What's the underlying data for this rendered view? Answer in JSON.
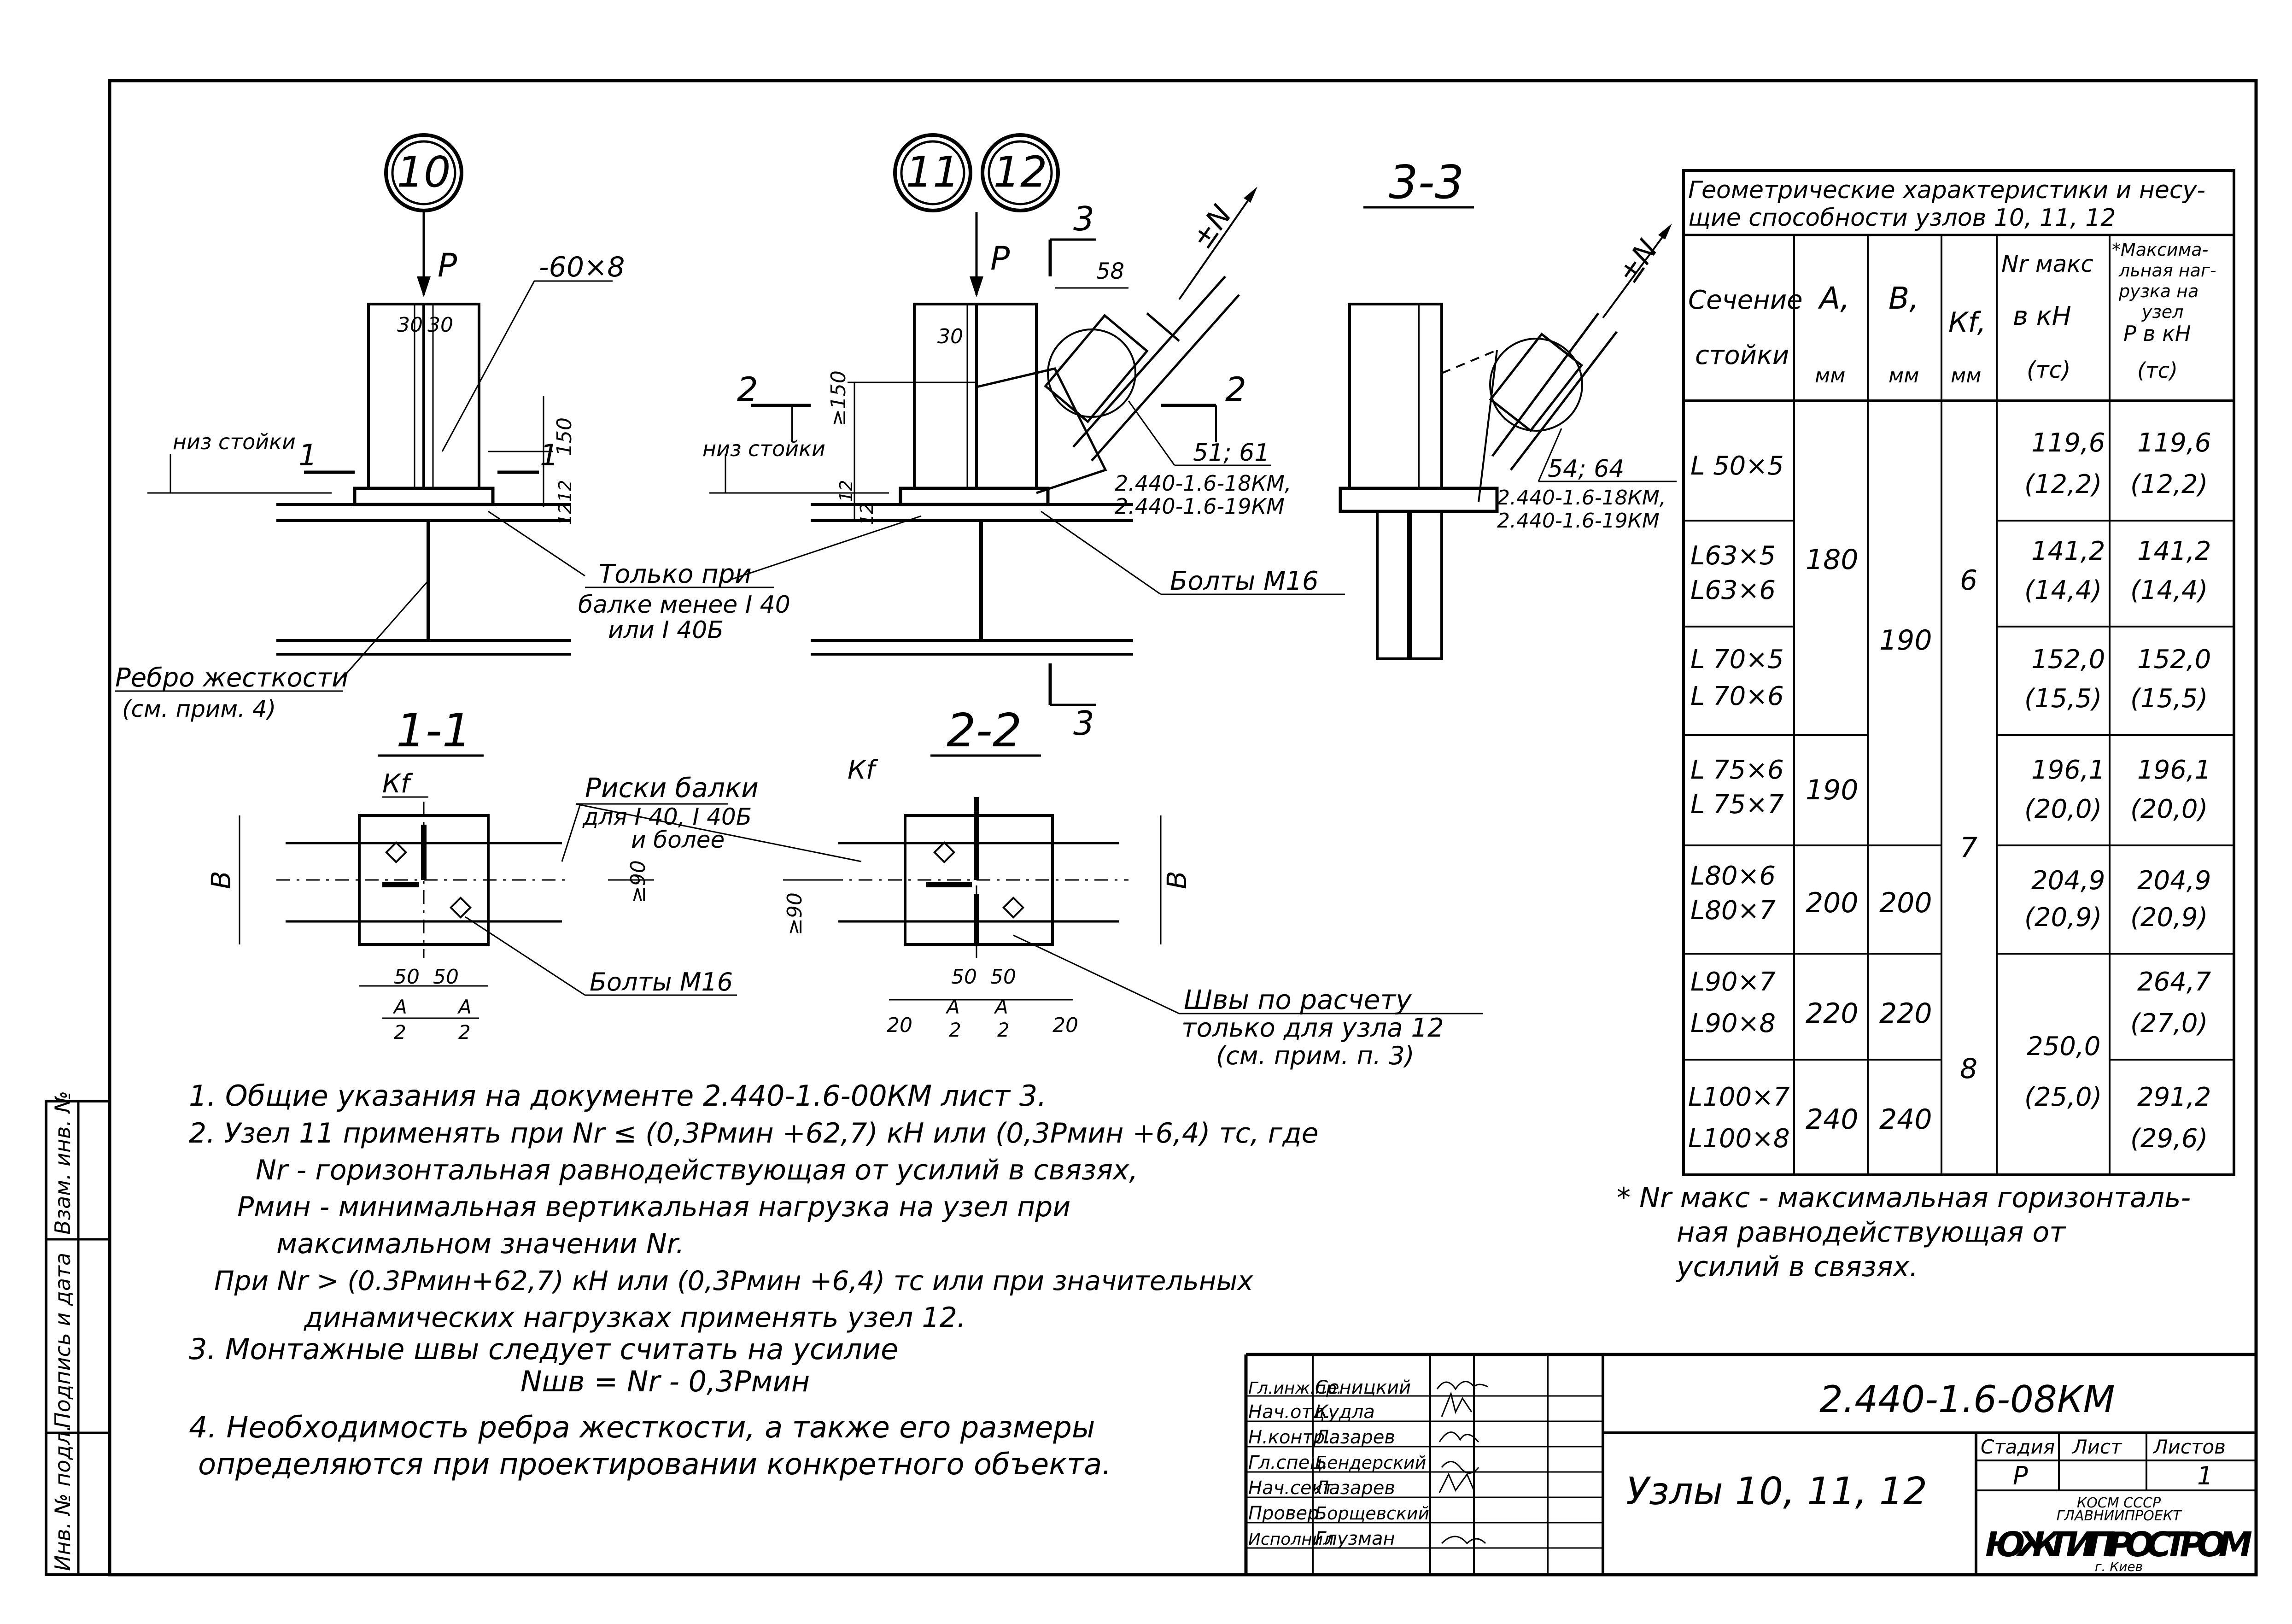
{
  "node_callouts": {
    "n10": "10",
    "n11": "11",
    "n12": "12"
  },
  "section_titles": {
    "s33": "3-3",
    "s11": "1-1",
    "s22": "2-2"
  },
  "section_marks": {
    "m1": "1",
    "m2": "2",
    "m3": "3"
  },
  "drawing_labels": {
    "p": "P",
    "n": "±N",
    "plate": "-60×8",
    "dim30": "30",
    "dim150": "150",
    "dim12": "12",
    "dim58": "58",
    "dim_ge150": "≥150",
    "niz_stoyki": "низ стойки",
    "only_if": "Только при",
    "beam_less_1": "балке менее I 40",
    "beam_less_2": "или I 40Б",
    "rib": "Ребро жесткости",
    "rib_note": "(см. прим. 4)",
    "bolts": "Болты М16",
    "ref_51_61": "51; 61",
    "ref_54_64": "54; 64",
    "doc_18": "2.440-1.6-18КМ,",
    "doc_19": "2.440-1.6-19КМ",
    "kf": "Кf",
    "b": "В",
    "risk_1": "Риски балки",
    "risk_2": "для I 40, I 40Б",
    "risk_3": "и более",
    "dim_ge90": "≥90",
    "dim50": "50",
    "dim20": "20",
    "a_over_2": "А",
    "two": "2",
    "welds_1": "Швы по расчету",
    "welds_2": "только для узла 12",
    "welds_3": "(см. прим. п. 3)"
  },
  "table": {
    "title_line1": "Геометрические характеристики и несу-",
    "title_line2": "щие способности узлов 10, 11, 12",
    "headers": {
      "section": [
        "Сечение",
        "стойки"
      ],
      "a": [
        "А,",
        "мм"
      ],
      "b": [
        "В,",
        "мм"
      ],
      "kf": [
        "Кf,",
        "мм"
      ],
      "nr": [
        "Nr макс",
        "в кН",
        "(тс)"
      ],
      "max_load": [
        "*Максима-",
        "льная наг-",
        "рузка на",
        "узел",
        "Р в кН",
        "(тс)"
      ]
    },
    "rows": [
      {
        "section": [
          "L 50×5"
        ],
        "nr_kn": "119,6",
        "nr_tc": "(12,2)",
        "p_kn": "119,6",
        "p_tc": "(12,2)"
      },
      {
        "section": [
          "L63×5",
          "L63×6"
        ],
        "nr_kn": "141,2",
        "nr_tc": "(14,4)",
        "p_kn": "141,2",
        "p_tc": "(14,4)"
      },
      {
        "section": [
          "L 70×5",
          "L 70×6"
        ],
        "nr_kn": "152,0",
        "nr_tc": "(15,5)",
        "p_kn": "152,0",
        "p_tc": "(15,5)"
      },
      {
        "section": [
          "L 75×6",
          "L 75×7"
        ],
        "nr_kn": "196,1",
        "nr_tc": "(20,0)",
        "p_kn": "196,1",
        "p_tc": "(20,0)"
      },
      {
        "section": [
          "L80×6",
          "L80×7"
        ],
        "nr_kn": "204,9",
        "nr_tc": "(20,9)",
        "p_kn": "204,9",
        "p_tc": "(20,9)"
      },
      {
        "section": [
          "L90×7",
          "L90×8"
        ],
        "nr_kn": "",
        "nr_tc": "",
        "p_kn": "264,7",
        "p_tc": "(27,0)"
      },
      {
        "section": [
          "L100×7",
          "L100×8"
        ],
        "nr_kn": "",
        "nr_tc": "",
        "p_kn": "291,2",
        "p_tc": "(29,6)"
      }
    ],
    "merged": {
      "a_180": "180",
      "a_190": "190",
      "a_200": "200",
      "a_220": "220",
      "a_240": "240",
      "b_190": "190",
      "b_200": "200",
      "b_220": "220",
      "b_240": "240",
      "kf_6": "6",
      "kf_7": "7",
      "kf_8": "8",
      "nr_250": "250,0",
      "nr_25": "(25,0)"
    },
    "footnote": [
      "* Nr макс - максимальная горизонталь-",
      "ная равнодействующая от",
      "усилий в связях."
    ]
  },
  "notes": [
    "1. Общие указания на документе 2.440-1.6-00КМ лист 3.",
    "2. Узел 11 применять при  Nr ≤ (0,3Pмин +62,7) кН или (0,3Pмин +6,4) тс, где",
    "Nr - горизонтальная равнодействующая от усилий в связях,",
    "Pмин - минимальная вертикальная нагрузка на узел при",
    "максимальном значении Nr.",
    "При  Nr > (0.3Pмин+62,7) кН или (0,3Pмин +6,4) тс или при значительных",
    "динамических нагрузках применять узел 12.",
    "3. Монтажные швы следует считать на усилие",
    "Nшв = Nr - 0,3Pмин",
    "4. Необходимость ребра жесткости, а также его размеры",
    "определяются при проектировании конкретного объекта."
  ],
  "side_stamp": [
    "Инв. № подл.",
    "Подпись и дата",
    "Взам. инв. №"
  ],
  "title_block": {
    "roles": [
      "Гл.инж.пр.",
      "Нач.отд.",
      "Н.контр.",
      "Гл.спец.",
      "Нач.сект.",
      "Провер.",
      "Исполнил"
    ],
    "names": [
      "Сеницкий",
      "Кудла",
      "Лазарев",
      "Бендерский",
      "Лазарев",
      "Борщевский",
      "Глузман"
    ],
    "doc_code": "2.440-1.6-08КМ",
    "title": "Узлы 10, 11, 12",
    "stage_h": "Стадия",
    "sheet_h": "Лист",
    "sheets_h": "Листов",
    "stage": "Р",
    "sheets": "1",
    "org1": "КОСМ СССР",
    "org2": "ГЛАВНИИПРОЕКТ",
    "org3": "ЮЖГИПРОСТРОМ",
    "city": "г. Киев"
  }
}
